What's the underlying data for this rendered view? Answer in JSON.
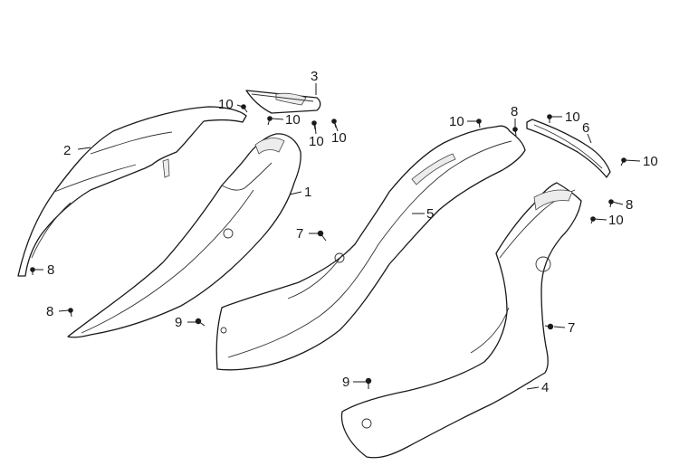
{
  "diagram": {
    "callouts": {
      "part_1": "1",
      "part_2": "2",
      "part_3": "3",
      "part_4": "4",
      "part_5": "5",
      "part_6": "6",
      "screw_7a": "7",
      "screw_7b": "7",
      "screw_8a": "8",
      "screw_8b": "8",
      "screw_8c": "8",
      "screw_8d": "8",
      "screw_9a": "9",
      "screw_9b": "9",
      "screw_10a": "10",
      "screw_10b": "10",
      "screw_10c": "10",
      "screw_10d": "10",
      "screw_10e": "10",
      "screw_10f": "10",
      "screw_10g": "10",
      "screw_10h": "10"
    }
  }
}
